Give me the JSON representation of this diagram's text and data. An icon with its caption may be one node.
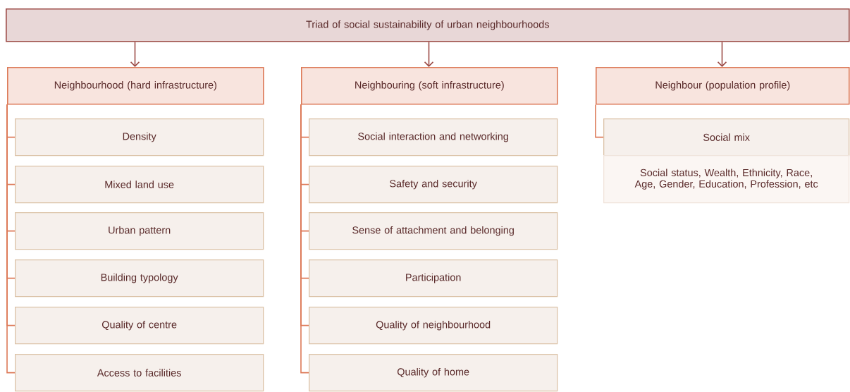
{
  "diagram": {
    "nodes": [
      {
        "text": [
          "Triad of social sustainability of urban neighbourhoods"
        ]
      },
      {
        "text": [
          "Neighbourhood (hard infrastructure)"
        ]
      },
      {
        "text": [
          "Density"
        ]
      },
      {
        "text": [
          "Mixed land use"
        ]
      },
      {
        "text": [
          "Urban pattern"
        ]
      },
      {
        "text": [
          "Building typology"
        ]
      },
      {
        "text": [
          "Quality of centre"
        ]
      },
      {
        "text": [
          "Access to facilities"
        ]
      },
      {
        "text": [
          "Neighbouring (soft infrastructure)"
        ]
      },
      {
        "text": [
          "Social interaction and networking"
        ]
      },
      {
        "text": [
          "Safety and security"
        ]
      },
      {
        "text": [
          "Sense of attachment and belonging"
        ]
      },
      {
        "text": [
          "Participation"
        ]
      },
      {
        "text": [
          "Quality of neighbourhood"
        ]
      },
      {
        "text": [
          "Quality of home"
        ]
      },
      {
        "text": [
          "Neighbour (population profile)"
        ]
      },
      {
        "text": [
          "Social mix"
        ]
      },
      {
        "text": [
          "Social status, Wealth, Ethnicity, Race, Age, Gender, Education, Profession, etc"
        ]
      }
    ],
    "edges": [
      {
        "from": 0,
        "to": 1,
        "arrow": "to",
        "color": "#9b4a45"
      },
      {
        "from": 0,
        "to": 8,
        "arrow": "to",
        "color": "#9b4a45"
      },
      {
        "from": 0,
        "to": 15,
        "arrow": "to",
        "color": "#9b4a45"
      },
      {
        "from": 1,
        "to": 2,
        "arrow": "none"
      },
      {
        "from": 1,
        "to": 3,
        "arrow": "none"
      },
      {
        "from": 1,
        "to": 4,
        "arrow": "none"
      },
      {
        "from": 1,
        "to": 5,
        "arrow": "none"
      },
      {
        "from": 1,
        "to": 6,
        "arrow": "none"
      },
      {
        "from": 1,
        "to": 7,
        "arrow": "none"
      },
      {
        "from": 8,
        "to": 9,
        "arrow": "none"
      },
      {
        "from": 8,
        "to": 10,
        "arrow": "none"
      },
      {
        "from": 8,
        "to": 11,
        "arrow": "none"
      },
      {
        "from": 8,
        "to": 12,
        "arrow": "none"
      },
      {
        "from": 8,
        "to": 13,
        "arrow": "none"
      },
      {
        "from": 8,
        "to": 14,
        "arrow": "none"
      },
      {
        "from": 15,
        "to": 16,
        "arrow": "none"
      }
    ]
  }
}
